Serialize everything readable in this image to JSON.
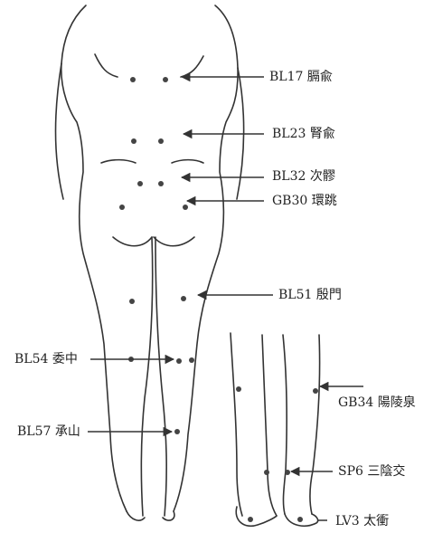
{
  "colors": {
    "ink": "#333333",
    "point": "#444444",
    "background": "#ffffff"
  },
  "labels": {
    "bl17": "BL17 膈兪",
    "bl23": "BL23 腎兪",
    "bl32": "BL32 次髎",
    "gb30": "GB30 環跳",
    "bl51": "BL51 殷門",
    "bl54": "BL54 委中",
    "bl57": "BL57 承山",
    "gb34": "GB34 陽陵泉",
    "sp6": "SP6 三陰交",
    "lv3": "LV3 太衝"
  }
}
